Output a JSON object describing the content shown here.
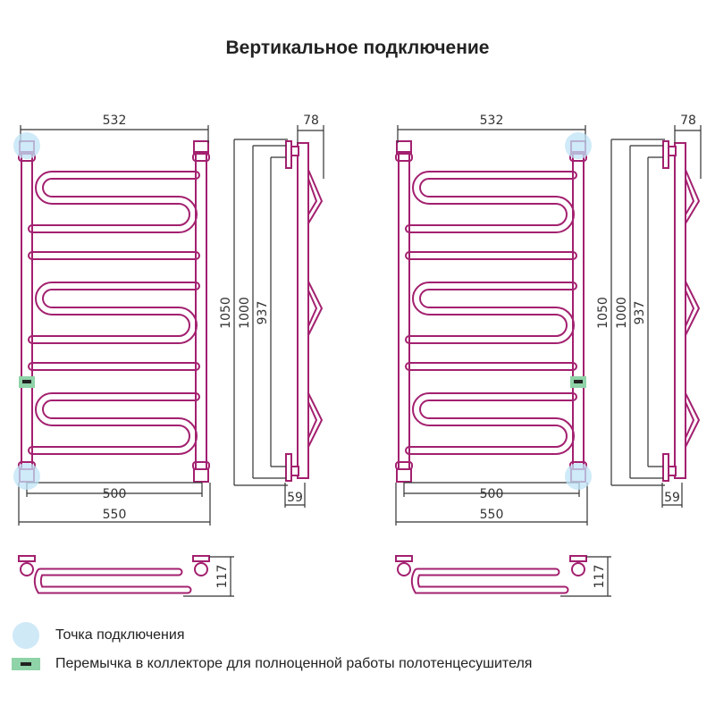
{
  "title": "Вертикальное подключение",
  "dimensions": {
    "width_top": "532",
    "depth_top": "78",
    "height_total": "1050",
    "height_1000": "1000",
    "height_937": "937",
    "center_distance": "500",
    "width_bottom": "550",
    "offset": "59",
    "top_view_depth": "117"
  },
  "legend": [
    {
      "label": "Точка подключения",
      "color": "#cfe9f7"
    },
    {
      "label": "Перемычка в коллекторе для полноценной работы полотенцесушителя",
      "color": "#8fd3a8"
    }
  ],
  "colors": {
    "pipe": "#a3206f",
    "dim_line": "#333333"
  }
}
